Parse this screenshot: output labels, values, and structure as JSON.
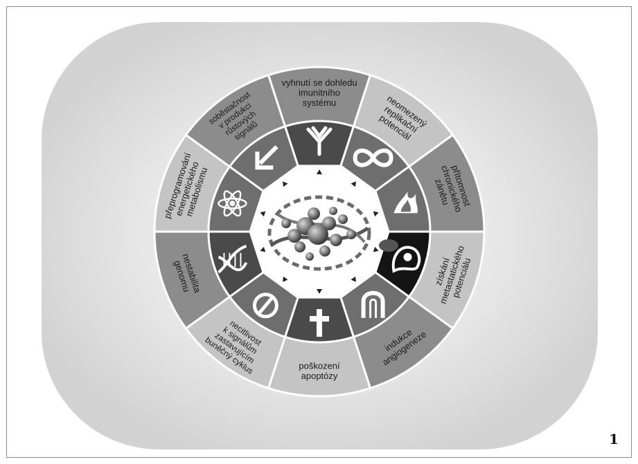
{
  "page_number": "1",
  "segments": [
    {
      "lines": [
        "vyhnutí se dohledu",
        "imunitního",
        "systému"
      ],
      "icon": "antibody-icon"
    },
    {
      "lines": [
        "neomezený",
        "replikační",
        "potenciál"
      ],
      "icon": "infinity-icon"
    },
    {
      "lines": [
        "přítomnost",
        "chronického",
        "zánětu"
      ],
      "icon": "inflammation-flame-icon"
    },
    {
      "lines": [
        "získání",
        "metastatického",
        "potenciálu"
      ],
      "icon": "migrating-cell-icon"
    },
    {
      "lines": [
        "indukce",
        "angiogeneze"
      ],
      "icon": "blood-vessel-icon"
    },
    {
      "lines": [
        "poškození",
        "apoptózy"
      ],
      "icon": "cross-icon"
    },
    {
      "lines": [
        "necitlivost",
        "k signálům",
        "zastavujícím",
        "buněčný cyklus"
      ],
      "icon": "prohibition-icon"
    },
    {
      "lines": [
        "nestabilita",
        "genomu"
      ],
      "icon": "dna-helix-icon"
    },
    {
      "lines": [
        "přeprogramování",
        "energetického",
        "metabolismu"
      ],
      "icon": "atom-icon"
    },
    {
      "lines": [
        "soběstačnost",
        "v produkci",
        "růstových",
        "signálů"
      ],
      "icon": "arrow-icon"
    }
  ],
  "colors": {
    "outer_dark": "#8c8c8c",
    "outer_light": "#c4c4c4",
    "middle_a": "#6e6e6e",
    "middle_b": "#4a4a4a",
    "middle_black": "#141414",
    "center_bg": "#ffffff",
    "backdrop": "#dcdcdc"
  }
}
